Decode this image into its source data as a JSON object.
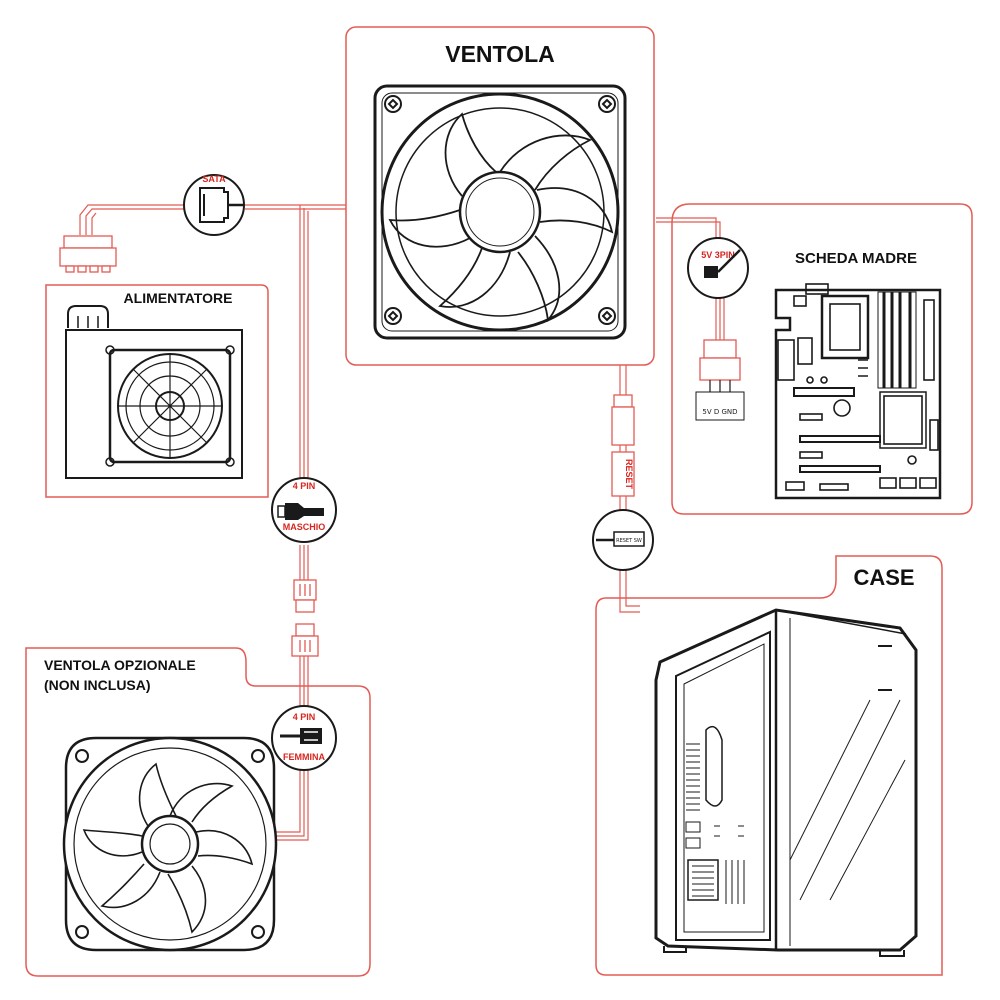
{
  "colors": {
    "accent": "#d7261e",
    "panel_stroke": "#e35b55",
    "line": "#1a1a1a",
    "background": "#ffffff"
  },
  "titles": {
    "ventola": "VENTOLA",
    "alimentatore": "ALIMENTATORE",
    "scheda_madre": "SCHEDA MADRE",
    "case": "CASE",
    "ventola_opzionale_1": "VENTOLA OPZIONALE",
    "ventola_opzionale_2": "(NON INCLUSA)"
  },
  "badges": {
    "sata": "SATA",
    "fourpin_male_top": "4 PIN",
    "fourpin_male_bottom": "MASCHIO",
    "fourpin_female_top": "4 PIN",
    "fourpin_female_bottom": "FEMMINA",
    "fivev_3pin": "5V 3PIN",
    "reset_sw": "RESET SW"
  },
  "labels": {
    "reset": "RESET",
    "pin_labels": "5V D  GND"
  },
  "icons": [
    "fan-icon",
    "psu-icon",
    "motherboard-icon",
    "pc-case-icon",
    "sata-connector-icon",
    "connector-icon"
  ]
}
